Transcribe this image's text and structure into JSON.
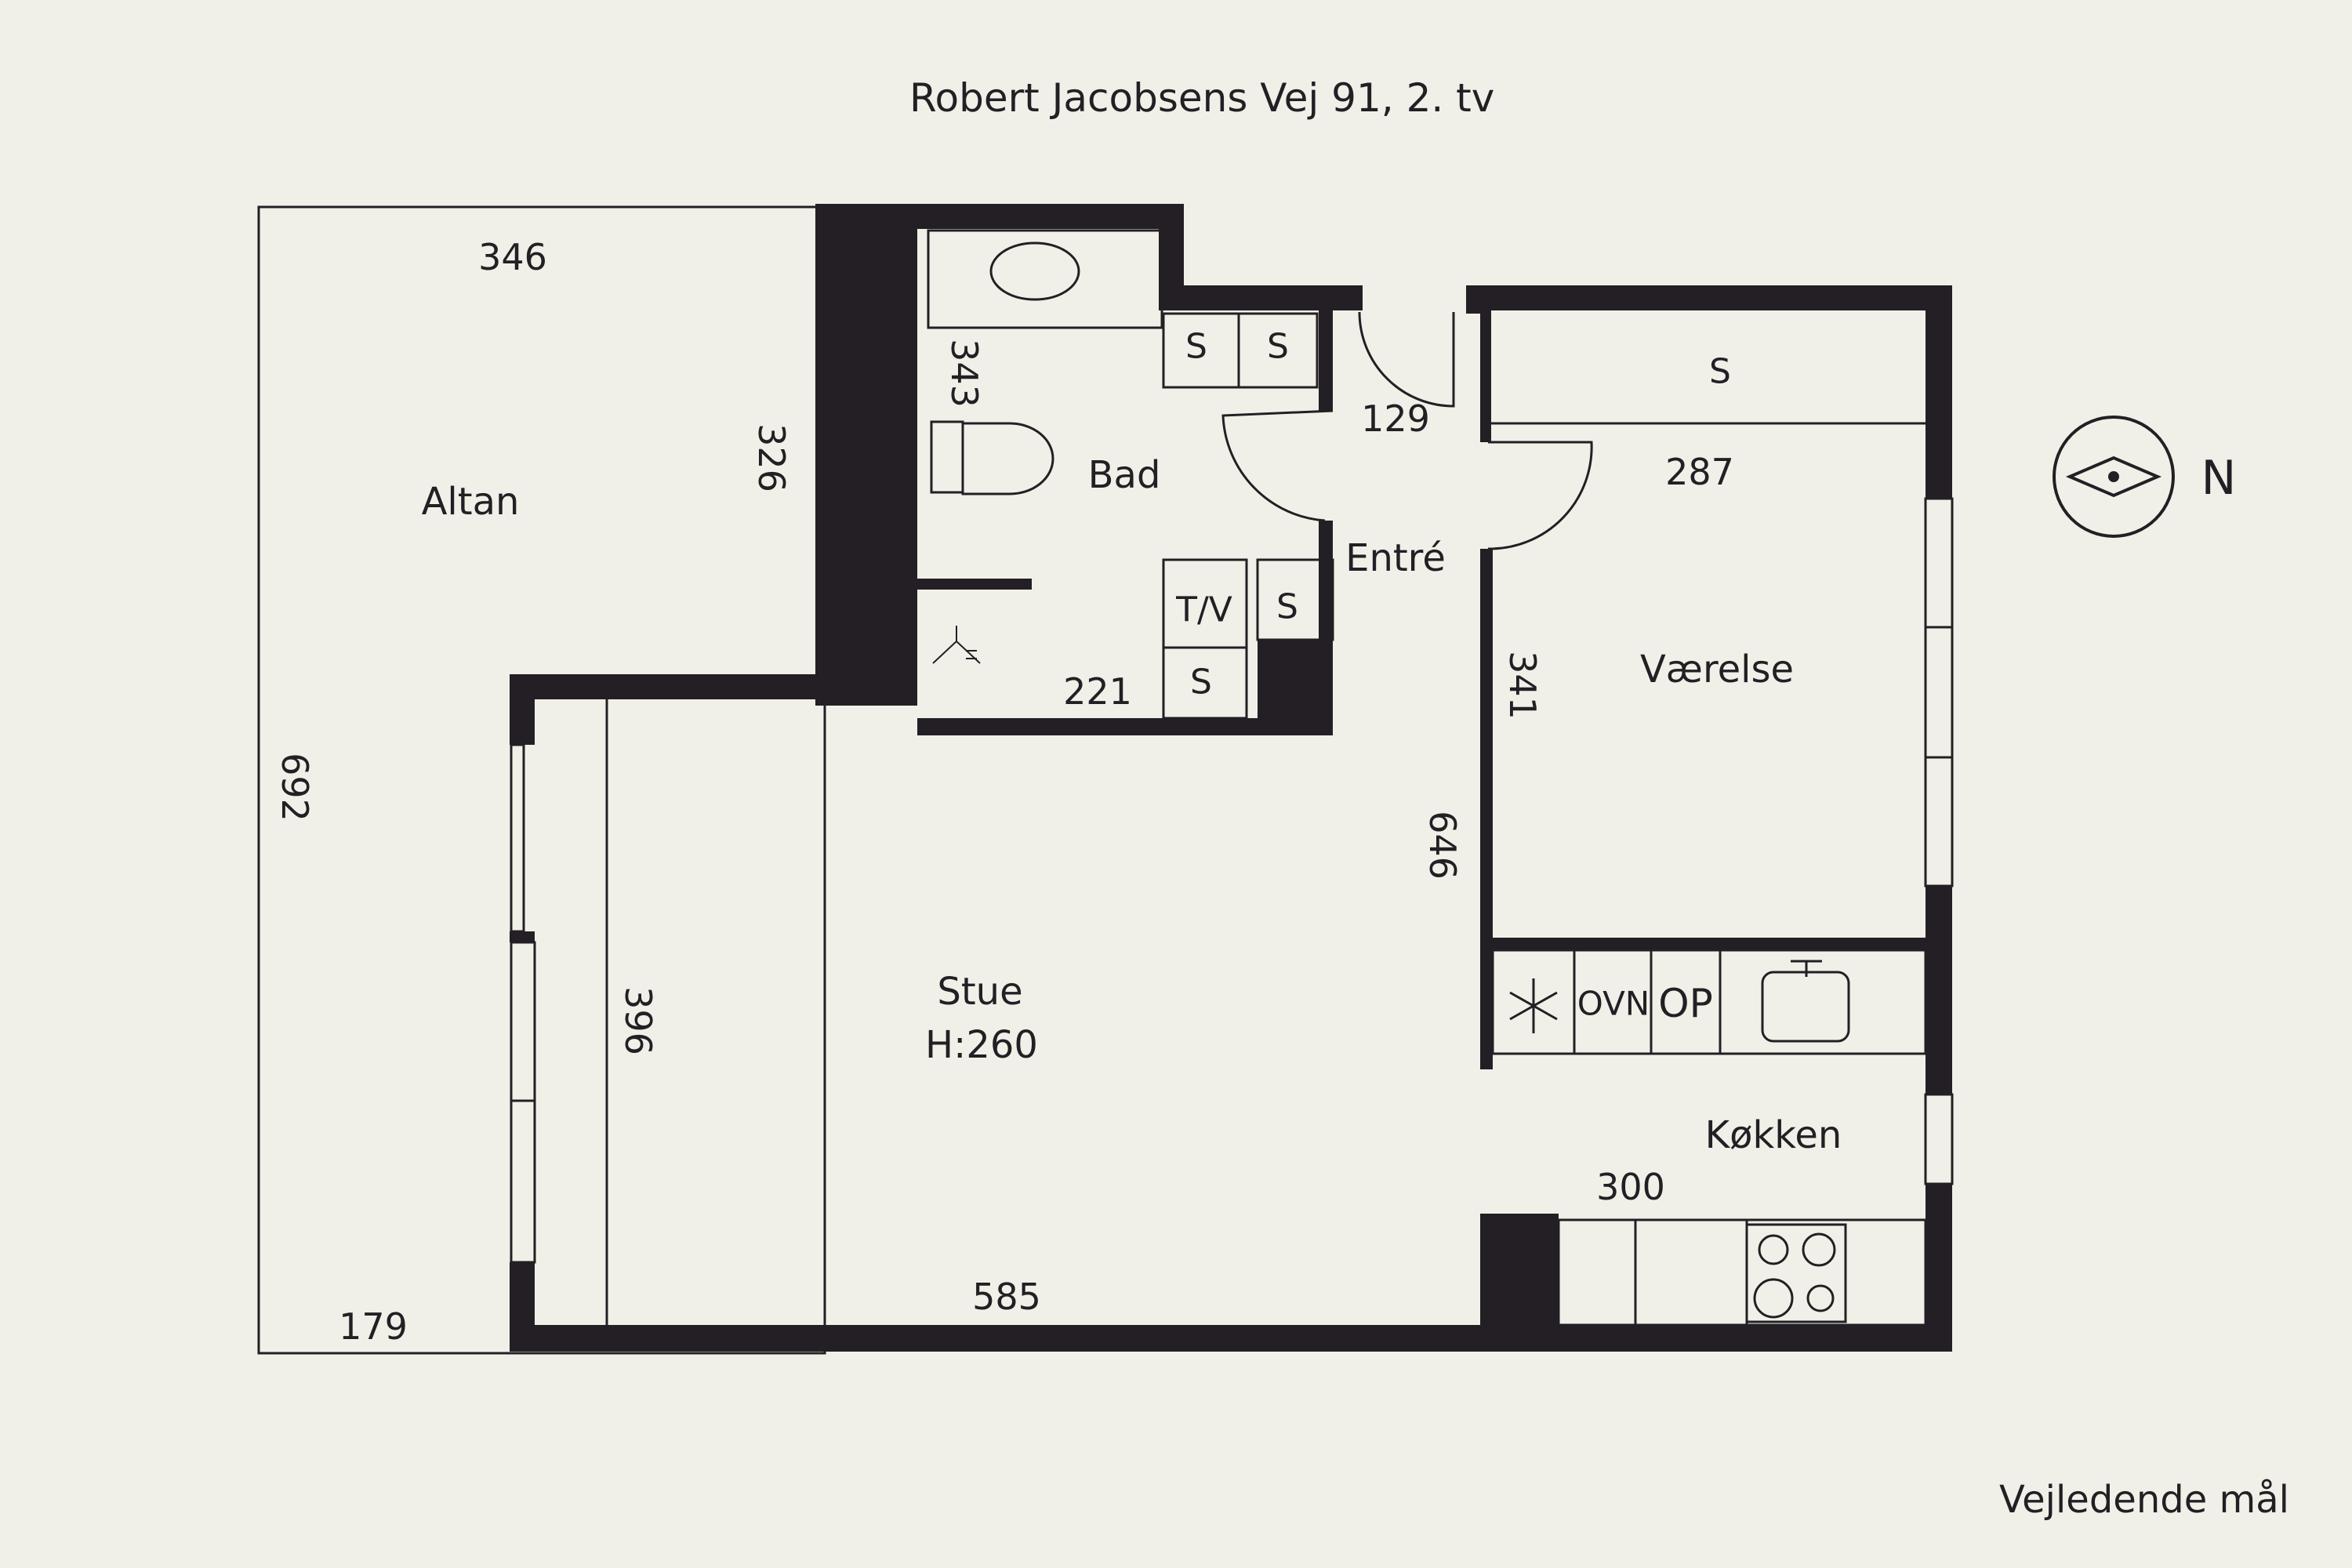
{
  "title": "Robert Jacobsens Vej 91, 2. tv",
  "note": "Vejledende mål",
  "compass": {
    "label": "N",
    "icon": "compass-icon"
  },
  "rooms": {
    "altan": "Altan",
    "bad": "Bad",
    "entre": "Entré",
    "vaerelse": "Værelse",
    "stue": "Stue",
    "stue_height": "H:260",
    "kokken": "Køkken"
  },
  "dimensions": {
    "altan_top": "346",
    "altan_side": "692",
    "altan_bottom": "179",
    "altan_wall": "326",
    "bad_side": "343",
    "bad_bottom": "221",
    "entre_top": "129",
    "vaerelse_top": "287",
    "vaerelse_side": "341",
    "stue_right": "646",
    "stue_left": "396",
    "stue_bottom": "585",
    "kokken_top": "300"
  },
  "fixtures": {
    "storage_1": "S",
    "storage_2": "S",
    "storage_3": "S",
    "storage_4": "S",
    "storage_5": "S",
    "washer_dryer": "T/V",
    "oven": "OVN",
    "dishwasher": "OP"
  }
}
